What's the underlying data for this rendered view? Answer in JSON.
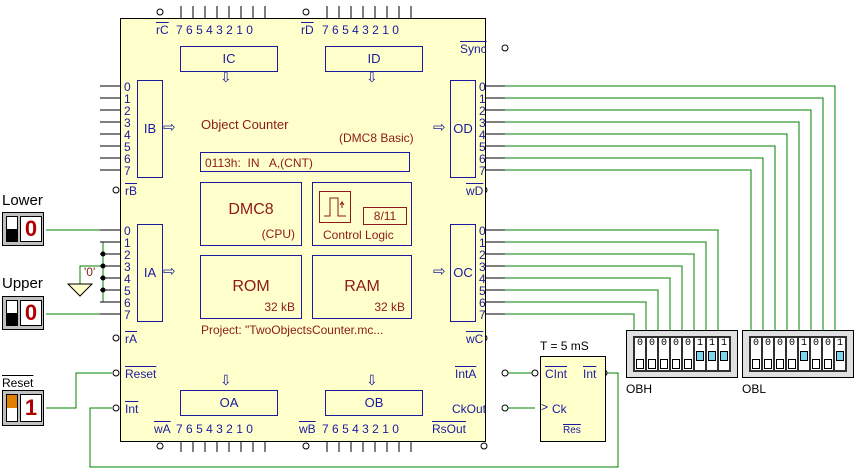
{
  "chip": {
    "title": "Object Counter",
    "subtitle": "(DMC8 Basic)",
    "instruction": "0113h:  IN   A,(CNT)",
    "cpu_name": "DMC8",
    "cpu_sub": "(CPU)",
    "control_label": "Control Logic",
    "control_step": "8/11",
    "rom_label": "ROM",
    "rom_size": "32 kB",
    "ram_label": "RAM",
    "ram_size": "32 kB",
    "project": "Project: \"TwoObjectsCounter.mc...",
    "ports": {
      "IC": "IC",
      "ID": "ID",
      "IB": "IB",
      "OD": "OD",
      "IA": "IA",
      "OC": "OC",
      "OA": "OA",
      "OB": "OB"
    },
    "bus_bits_desc": [
      "7",
      "6",
      "5",
      "4",
      "3",
      "2",
      "1",
      "0"
    ],
    "bus_bits_asc": [
      "0",
      "1",
      "2",
      "3",
      "4",
      "5",
      "6",
      "7"
    ],
    "pins": {
      "rC": "rC",
      "rD": "rD",
      "sync": "Sync",
      "rB": "rB",
      "wD": "wD",
      "rA": "rA",
      "wC": "wC",
      "reset": "Reset",
      "intA": "IntA",
      "int": "Int",
      "ckout": "CkOut",
      "wA": "wA",
      "wB": "wB",
      "rsout": "RsOut"
    }
  },
  "inputs": {
    "lower_label": "Lower",
    "lower_value": "0",
    "upper_label": "Upper",
    "upper_value": "0",
    "reset_label": "Reset",
    "reset_value": "1",
    "zero_label": "'0'"
  },
  "timer": {
    "period": "T = 5 mS",
    "cint": "CInt",
    "int": "Int",
    "ck": "Ck",
    "res": "Res"
  },
  "displays": {
    "obh_label": "OBH",
    "obh_bits": [
      "0",
      "0",
      "0",
      "0",
      "0",
      "1",
      "1",
      "1"
    ],
    "obl_label": "OBL",
    "obl_bits": [
      "0",
      "0",
      "0",
      "0",
      "1",
      "0",
      "0",
      "1"
    ]
  },
  "colors": {
    "wire": "#008000",
    "chip_fill": "#ffffcc",
    "chip_text": "#8b1a1a",
    "pin_text": "#1a1aa0",
    "led_on": "#7fd4f0"
  }
}
